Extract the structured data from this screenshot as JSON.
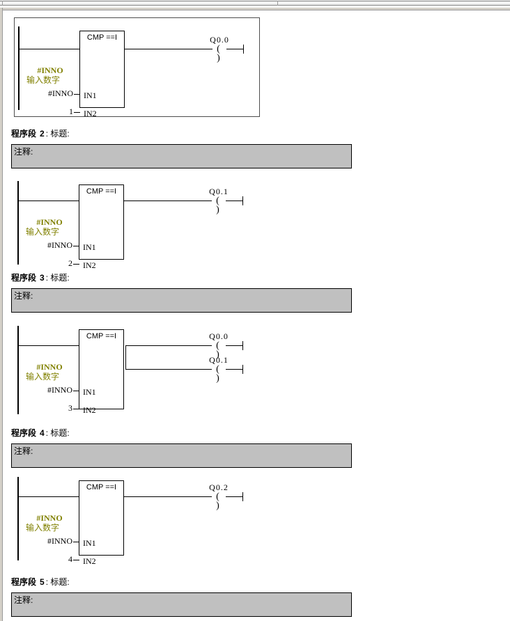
{
  "window": {
    "title": "LAD program editor"
  },
  "networks": [
    {
      "id": "network-1",
      "header_visible": false,
      "selected": true,
      "comment_visible": false,
      "block": {
        "type": "CMP ==I",
        "pins": [
          "IN1",
          "IN2"
        ]
      },
      "symbol_annotation": {
        "name": "#INNO",
        "comment": "输入数字"
      },
      "operands": {
        "in1": "#INNO",
        "in2": "1"
      },
      "outputs": [
        {
          "address": "Q0.0",
          "symbol": "( )"
        }
      ]
    },
    {
      "id": "network-2",
      "header_visible": true,
      "selected": false,
      "comment_visible": true,
      "header": {
        "label": "程序段",
        "number": "2",
        "title": ": 标题:"
      },
      "comment": "注释:",
      "block": {
        "type": "CMP ==I",
        "pins": [
          "IN1",
          "IN2"
        ]
      },
      "symbol_annotation": {
        "name": "#INNO",
        "comment": "输入数字"
      },
      "operands": {
        "in1": "#INNO",
        "in2": "2"
      },
      "outputs": [
        {
          "address": "Q0.1",
          "symbol": "( )"
        }
      ]
    },
    {
      "id": "network-3",
      "header_visible": true,
      "selected": false,
      "comment_visible": true,
      "header": {
        "label": "程序段",
        "number": "3",
        "title": ": 标题:"
      },
      "comment": "注释:",
      "block": {
        "type": "CMP ==I",
        "pins": [
          "IN1",
          "IN2"
        ]
      },
      "symbol_annotation": {
        "name": "#INNO",
        "comment": "输入数字"
      },
      "operands": {
        "in1": "#INNO",
        "in2": "3"
      },
      "outputs": [
        {
          "address": "Q0.0",
          "symbol": "( )"
        },
        {
          "address": "Q0.1",
          "symbol": "( )"
        }
      ]
    },
    {
      "id": "network-4",
      "header_visible": true,
      "selected": false,
      "comment_visible": true,
      "header": {
        "label": "程序段",
        "number": "4",
        "title": ": 标题:"
      },
      "comment": "注释:",
      "block": {
        "type": "CMP ==I",
        "pins": [
          "IN1",
          "IN2"
        ]
      },
      "symbol_annotation": {
        "name": "#INNO",
        "comment": "输入数字"
      },
      "operands": {
        "in1": "#INNO",
        "in2": "4"
      },
      "outputs": [
        {
          "address": "Q0.2",
          "symbol": "( )"
        }
      ]
    },
    {
      "id": "network-5",
      "header_visible": true,
      "selected": false,
      "comment_visible": true,
      "header": {
        "label": "程序段",
        "number": "5",
        "title": ": 标题:"
      },
      "comment": "注释:",
      "block": null,
      "outputs": []
    }
  ],
  "colors": {
    "symbol_annotation": "#808000",
    "comment_bar_bg": "#c0c0c0",
    "wire": "#000000",
    "canvas": "#ffffff",
    "frame": "#d4d0c8"
  }
}
